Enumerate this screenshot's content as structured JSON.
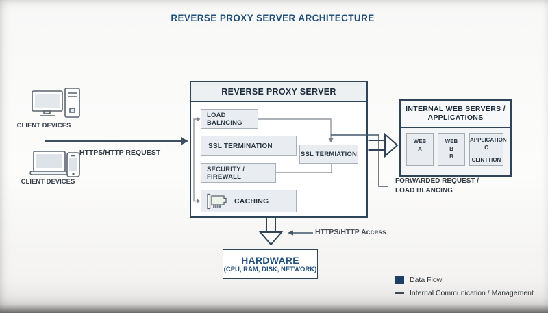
{
  "title": "REVERSE PROXY SERVER ARCHITECTURE",
  "clients": {
    "group1_label": "CLIENT DEVICES",
    "group2_label": "CLIENT DEVICES",
    "request_arrow_label": "HTTPS/HTTP REQUEST"
  },
  "proxy_server": {
    "title": "REVERSE PROXY SERVER",
    "load_balancing": "LOAD BALNCING",
    "ssl_termination": "SSL TERMINATION",
    "ssl_termination_side": "SSL TERMIATION",
    "security_firewall": "SECURITY / FIREWALL",
    "caching": "CACHING"
  },
  "internal_servers": {
    "title_line1": "INTERNAL WEB SERVERS /",
    "title_line2": "APPLICATIONS",
    "servers": [
      {
        "lines": [
          "WEB",
          "A"
        ]
      },
      {
        "lines": [
          "WEB",
          "B",
          "B"
        ]
      },
      {
        "lines": [
          "APPLICATION",
          "C",
          "CLINTTION"
        ]
      }
    ]
  },
  "labels": {
    "forwarded_request_line1": "FORWARDED REQUEST /",
    "forwarded_request_line2": "LOAD BLANCING",
    "https_access": "HTTPS/HTTP Access"
  },
  "hardware": {
    "title": "HARDWARE",
    "subtitle": "(CPU, RAM, DISK, NETWORK)"
  },
  "legend": {
    "data_flow": "Data Flow",
    "internal_comm": "Internal Communication / Management"
  },
  "icons": {
    "desktop_monitor": "desktop-monitor-icon",
    "pc_tower": "pc-tower-icon",
    "laptop": "laptop-icon",
    "smartphone": "smartphone-icon",
    "memory_card": "memory-card-icon",
    "data_flow_arrow": "hollow-double-right-arrow",
    "down_arrow": "hollow-double-down-arrow"
  },
  "colors": {
    "title_navy": "#1f4e79",
    "border_dark": "#2f4456",
    "module_fill": "#e9edf1",
    "module_border": "#a7b1b9",
    "line_gray": "#9097a0",
    "line_dark": "#42566b",
    "legend_square": "#1d3f66"
  }
}
